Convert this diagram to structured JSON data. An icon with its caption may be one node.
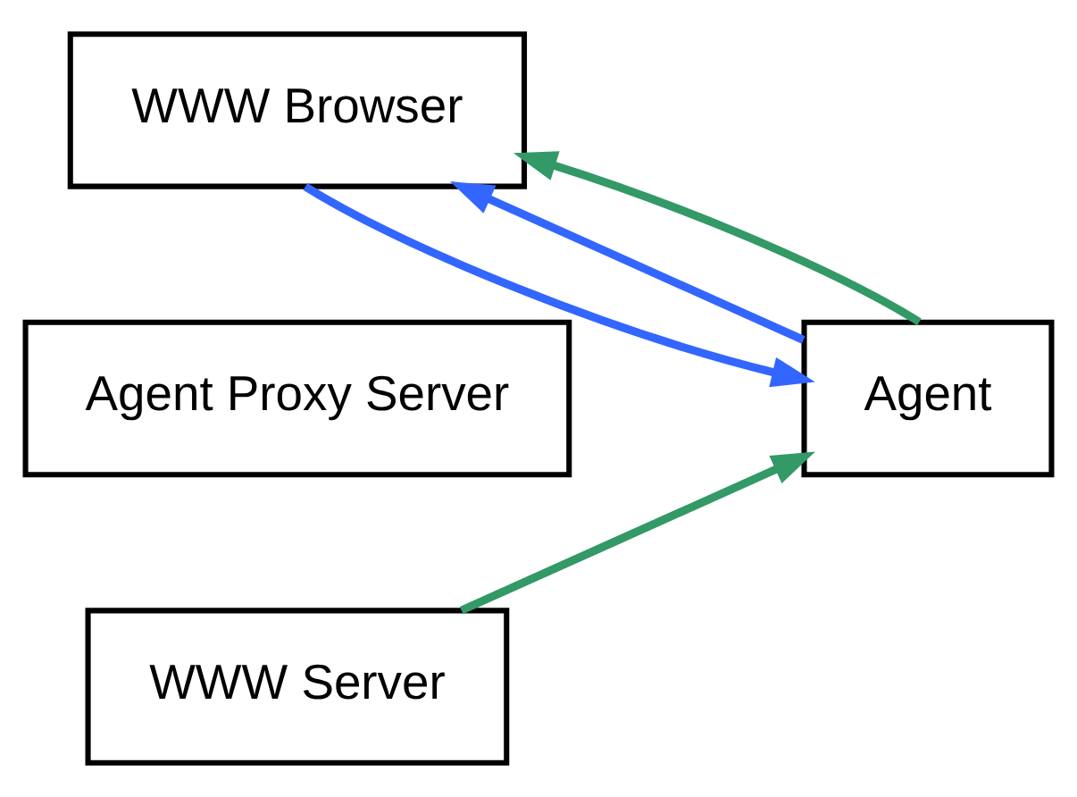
{
  "diagram": {
    "nodes": [
      {
        "text": [
          "WWW Browser"
        ]
      },
      {
        "text": [
          "Agent Proxy Server"
        ]
      },
      {
        "text": [
          "Agent"
        ]
      },
      {
        "text": [
          "WWW Server"
        ]
      }
    ],
    "edges": [
      {
        "from": 0,
        "to": 2,
        "arrow": "to",
        "color": "#3366ff"
      },
      {
        "from": 2,
        "to": 0,
        "arrow": "to",
        "color": "#3366ff"
      },
      {
        "from": 2,
        "to": 0,
        "arrow": "to",
        "color": "#339966"
      },
      {
        "from": 3,
        "to": 2,
        "arrow": "to",
        "color": "#339966"
      }
    ]
  }
}
